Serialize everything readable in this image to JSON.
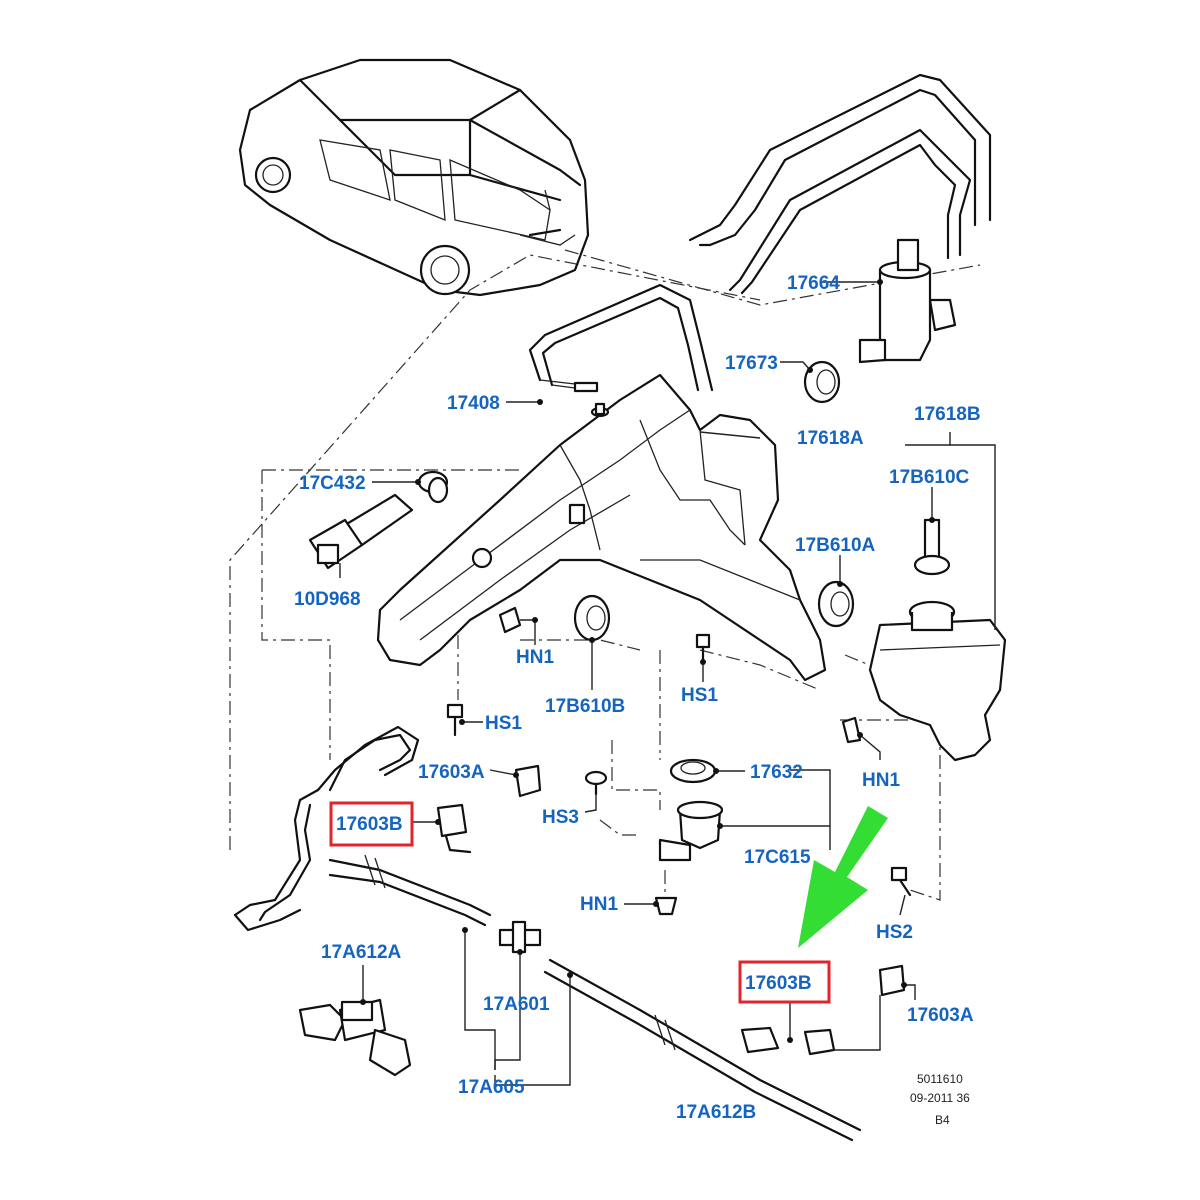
{
  "labels": {
    "p17664": "17664",
    "p17673": "17673",
    "p17408": "17408",
    "p17618A": "17618A",
    "p17618B": "17618B",
    "p17B610C": "17B610C",
    "p17C432": "17C432",
    "p17B610A": "17B610A",
    "p10D968": "10D968",
    "pHN1_top": "HN1",
    "pHS1_mid": "HS1",
    "p17B610B": "17B610B",
    "pHS1_left": "HS1",
    "p17603A_top": "17603A",
    "p17632": "17632",
    "pHN1_right": "HN1",
    "p17603B_left": "17603B",
    "pHS3": "HS3",
    "p17C615": "17C615",
    "pHN1_bottom": "HN1",
    "pHS2": "HS2",
    "p17A612A": "17A612A",
    "p17A601": "17A601",
    "p17603B_right": "17603B",
    "p17603A_bottom": "17603A",
    "p17A605": "17A605",
    "p17A612B": "17A612B"
  },
  "reference": {
    "line1": "5011610",
    "line2": "09-2011 36",
    "line3": "B4"
  },
  "colors": {
    "label": "#1565c0",
    "highlight_box": "#e0262b",
    "arrow": "#33dd33",
    "linework": "#111111"
  },
  "icons": {
    "arrow": "green-pointer-arrow-icon"
  }
}
